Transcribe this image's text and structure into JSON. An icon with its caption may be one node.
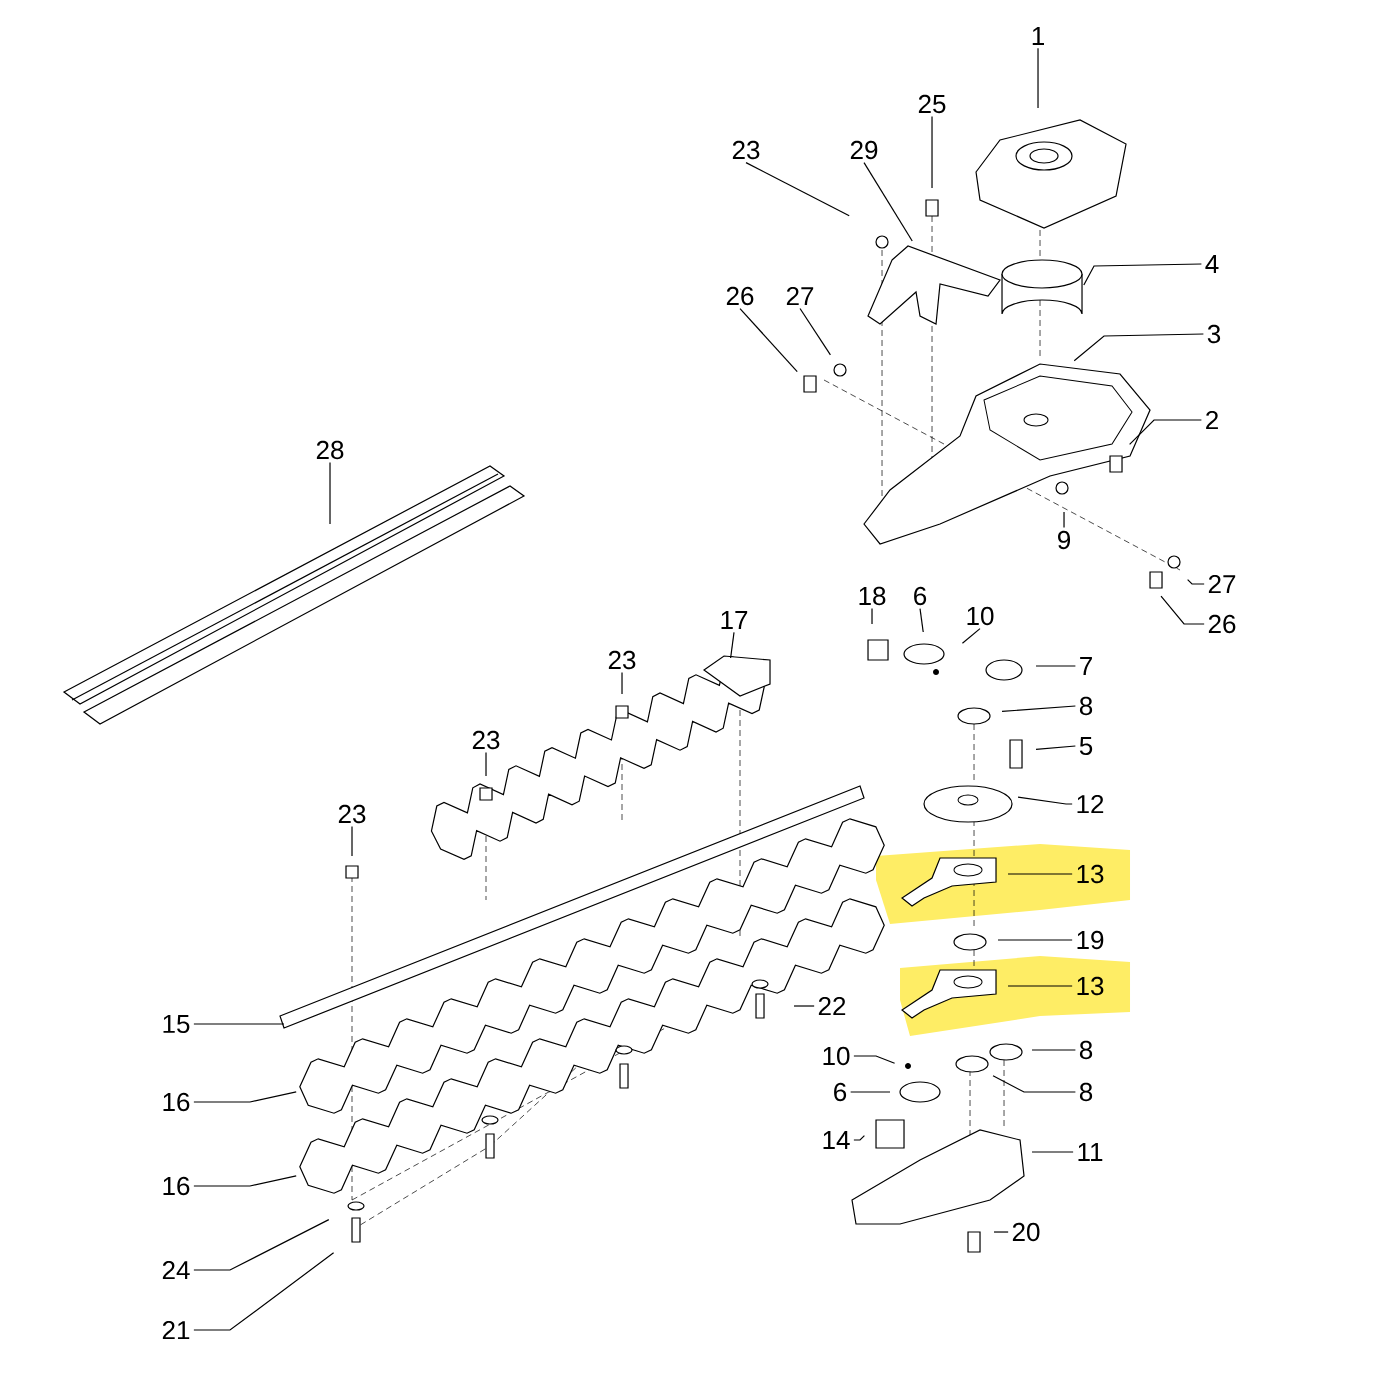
{
  "diagram": {
    "nodes": [
      {
        "text": [
          "1"
        ]
      },
      {
        "text": [
          "25"
        ]
      },
      {
        "text": [
          "23"
        ]
      },
      {
        "text": [
          "29"
        ]
      },
      {
        "text": [
          "4"
        ]
      },
      {
        "text": [
          "26"
        ]
      },
      {
        "text": [
          "27"
        ]
      },
      {
        "text": [
          "3"
        ]
      },
      {
        "text": [
          "2"
        ]
      },
      {
        "text": [
          "28"
        ]
      },
      {
        "text": [
          "9"
        ]
      },
      {
        "text": [
          "27"
        ]
      },
      {
        "text": [
          "18"
        ]
      },
      {
        "text": [
          "6"
        ]
      },
      {
        "text": [
          "10"
        ]
      },
      {
        "text": [
          "17"
        ]
      },
      {
        "text": [
          "26"
        ]
      },
      {
        "text": [
          "23"
        ]
      },
      {
        "text": [
          "7"
        ]
      },
      {
        "text": [
          "8"
        ]
      },
      {
        "text": [
          "23"
        ]
      },
      {
        "text": [
          "5"
        ]
      },
      {
        "text": [
          "12"
        ]
      },
      {
        "text": [
          "23"
        ]
      },
      {
        "text": [
          "13"
        ]
      },
      {
        "text": [
          "19"
        ]
      },
      {
        "text": [
          "13"
        ]
      },
      {
        "text": [
          "22"
        ]
      },
      {
        "text": [
          "15"
        ]
      },
      {
        "text": [
          "10"
        ]
      },
      {
        "text": [
          "8"
        ]
      },
      {
        "text": [
          "6"
        ]
      },
      {
        "text": [
          "8"
        ]
      },
      {
        "text": [
          "16"
        ]
      },
      {
        "text": [
          "14"
        ]
      },
      {
        "text": [
          "11"
        ]
      },
      {
        "text": [
          "16"
        ]
      },
      {
        "text": [
          "20"
        ]
      },
      {
        "text": [
          "24"
        ]
      },
      {
        "text": [
          "21"
        ]
      }
    ],
    "edges": [
      {
        "from": 0,
        "to": null,
        "arrow": "none"
      },
      {
        "from": 1,
        "to": null,
        "arrow": "none"
      },
      {
        "from": 2,
        "to": null,
        "arrow": "none"
      },
      {
        "from": 3,
        "to": null,
        "arrow": "none"
      },
      {
        "from": 4,
        "to": null,
        "arrow": "none"
      },
      {
        "from": 5,
        "to": null,
        "arrow": "none"
      },
      {
        "from": 6,
        "to": null,
        "arrow": "none"
      },
      {
        "from": 7,
        "to": null,
        "arrow": "none"
      },
      {
        "from": 8,
        "to": null,
        "arrow": "none"
      },
      {
        "from": 9,
        "to": null,
        "arrow": "none"
      },
      {
        "from": 10,
        "to": null,
        "arrow": "none"
      },
      {
        "from": 11,
        "to": null,
        "arrow": "none"
      },
      {
        "from": 12,
        "to": null,
        "arrow": "none"
      },
      {
        "from": 13,
        "to": null,
        "arrow": "none"
      },
      {
        "from": 14,
        "to": null,
        "arrow": "none"
      },
      {
        "from": 15,
        "to": null,
        "arrow": "none"
      },
      {
        "from": 16,
        "to": null,
        "arrow": "none"
      },
      {
        "from": 17,
        "to": null,
        "arrow": "none"
      },
      {
        "from": 18,
        "to": null,
        "arrow": "none"
      },
      {
        "from": 19,
        "to": null,
        "arrow": "none"
      },
      {
        "from": 20,
        "to": null,
        "arrow": "none"
      },
      {
        "from": 21,
        "to": null,
        "arrow": "none"
      },
      {
        "from": 22,
        "to": null,
        "arrow": "none"
      },
      {
        "from": 23,
        "to": null,
        "arrow": "none"
      },
      {
        "from": 24,
        "to": null,
        "arrow": "none"
      },
      {
        "from": 25,
        "to": null,
        "arrow": "none"
      },
      {
        "from": 26,
        "to": null,
        "arrow": "none"
      },
      {
        "from": 27,
        "to": null,
        "arrow": "none"
      },
      {
        "from": 28,
        "to": null,
        "arrow": "none"
      },
      {
        "from": 29,
        "to": null,
        "arrow": "none"
      },
      {
        "from": 30,
        "to": null,
        "arrow": "none"
      },
      {
        "from": 31,
        "to": null,
        "arrow": "none"
      },
      {
        "from": 32,
        "to": null,
        "arrow": "none"
      },
      {
        "from": 33,
        "to": null,
        "arrow": "none"
      },
      {
        "from": 34,
        "to": null,
        "arrow": "none"
      },
      {
        "from": 35,
        "to": null,
        "arrow": "none"
      },
      {
        "from": 36,
        "to": null,
        "arrow": "none"
      },
      {
        "from": 37,
        "to": null,
        "arrow": "none"
      },
      {
        "from": 38,
        "to": null,
        "arrow": "none"
      },
      {
        "from": 39,
        "to": null,
        "arrow": "none"
      }
    ]
  }
}
